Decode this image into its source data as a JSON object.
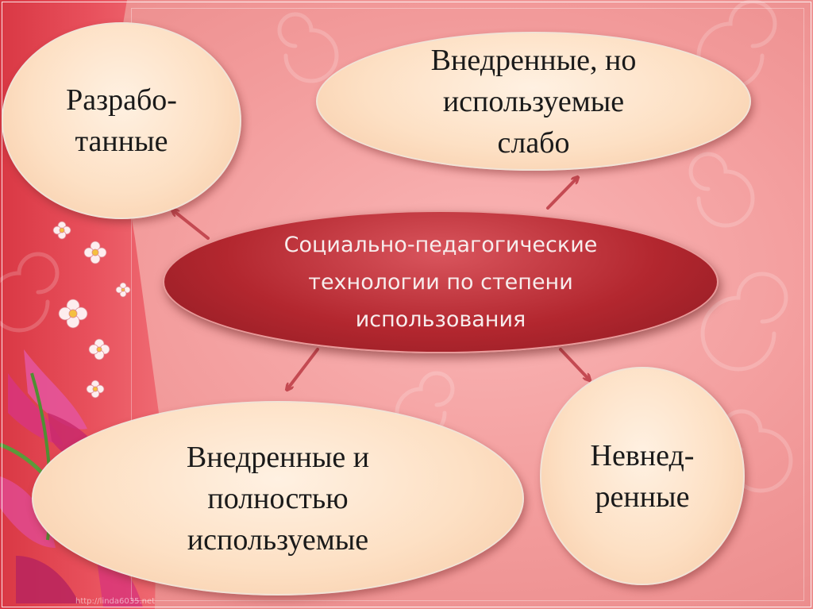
{
  "diagram": {
    "center": {
      "lines": [
        "Социально-педагогические",
        "технологии по степени",
        "использования"
      ]
    },
    "nodes": [
      {
        "id": "developed",
        "lines": [
          "Разрабо-",
          "танные"
        ]
      },
      {
        "id": "implemented-weakly-used",
        "lines": [
          "Внедренные, но",
          "используемые",
          "слабо"
        ]
      },
      {
        "id": "implemented-fully-used",
        "lines": [
          "Внедренные и",
          "полностью",
          "используемые"
        ]
      },
      {
        "id": "not-implemented",
        "lines": [
          "Невнед-",
          "ренные"
        ]
      }
    ],
    "edges": [
      {
        "from": "center",
        "to": "developed"
      },
      {
        "from": "center",
        "to": "implemented-weakly-used"
      },
      {
        "from": "center",
        "to": "implemented-fully-used"
      },
      {
        "from": "center",
        "to": "not-implemented"
      }
    ]
  },
  "watermark": "http://linda6035.net",
  "colors": {
    "background": "#f29a9a",
    "left_band": "#e04450",
    "center_fill": "#b3272f",
    "center_text": "#f7ecec",
    "node_fill": "#fde0c4",
    "node_text": "#1a1a1a",
    "arrow": "#c44a52"
  },
  "icons": [
    "flower-decoration",
    "swirl-decoration",
    "lily-decoration"
  ]
}
